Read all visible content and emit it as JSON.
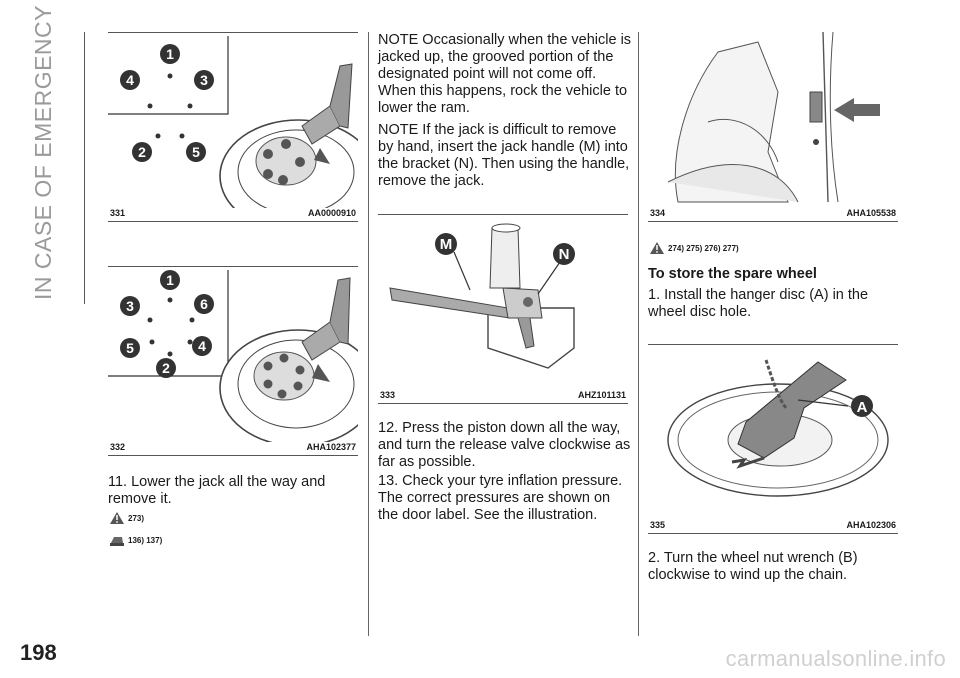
{
  "side_title": "IN CASE OF EMERGENCY",
  "page_number": "198",
  "watermark": "carmanualsonline.info",
  "figures": {
    "f331": {
      "number": "331",
      "code": "AA0000910",
      "nut_labels": [
        "1",
        "4",
        "3",
        "2",
        "5"
      ]
    },
    "f332": {
      "number": "332",
      "code": "AHA102377",
      "nut_labels": [
        "1",
        "3",
        "6",
        "5",
        "4",
        "2"
      ]
    },
    "f333": {
      "number": "333",
      "code": "AHZ101131",
      "labels": [
        "M",
        "N"
      ]
    },
    "f334": {
      "number": "334",
      "code": "AHA105538"
    },
    "f335": {
      "number": "335",
      "code": "AHA102306",
      "labels": [
        "A"
      ]
    }
  },
  "col1": {
    "step11": "11. Lower the jack all the way and remove it.",
    "warn1": "273)",
    "warn2": "136) 137)"
  },
  "col2": {
    "note1": "NOTE  Occasionally when the vehicle is jacked up, the grooved portion of the designated point will not come off. When this happens, rock the vehicle to lower the ram.",
    "note2": "NOTE  If the jack is difficult to remove by hand, insert the jack handle (M) into the bracket (N). Then using the handle, remove the jack.",
    "step12": "12. Press the piston down all the way, and turn the release valve clockwise as far as possible.",
    "step13": "13. Check your tyre inflation pressure. The correct pressures are shown on the door label. See the illustration."
  },
  "col3": {
    "warn": "274) 275) 276) 277)",
    "heading": "To store the spare wheel",
    "step1": "1. Install the hanger disc (A) in the wheel disc hole.",
    "step2": "2. Turn the wheel nut wrench (B) clockwise to wind up the chain."
  }
}
